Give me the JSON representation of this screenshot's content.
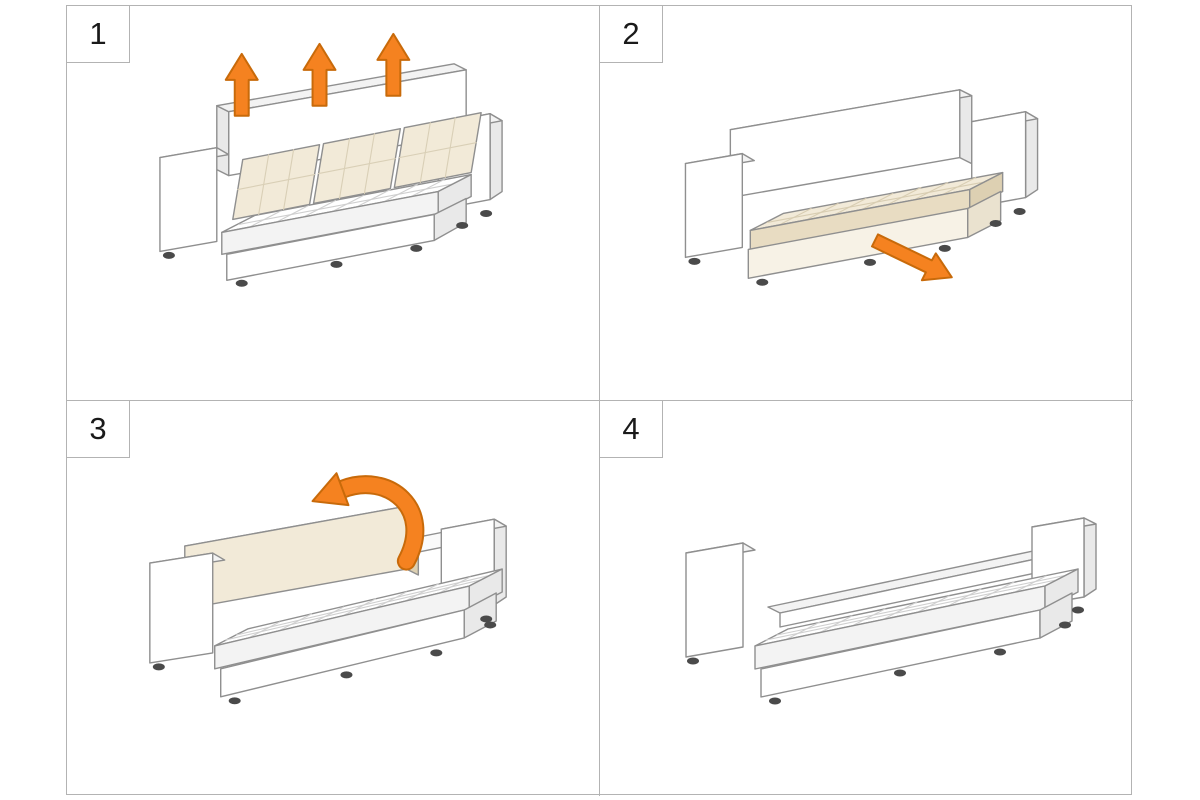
{
  "sheet": {
    "background": "#ffffff",
    "grid_border_color": "#b3b3b3"
  },
  "colors": {
    "outline_gray": "#8f8f8f",
    "quilt_line_gray": "#cfcfcf",
    "arrow_orange": "#f58220",
    "arrow_outline_orange": "#c86a0a",
    "cushion_cream": "#f2ead8",
    "cushion_cream_dark": "#e8dcc2",
    "upholstery_white": "#ffffff",
    "shadow_gray": "#e9e9e9",
    "feet_dark": "#4a4a4a",
    "step_number_color": "#1a1a1a"
  },
  "panels": [
    {
      "number": "1",
      "illustration": "sofa-back-cushions-with-three-lift-up-arrows"
    },
    {
      "number": "2",
      "illustration": "sofa-without-back-cushions-pull-out-down-right-arrow"
    },
    {
      "number": "3",
      "illustration": "sofa-bed-extended-fold-backrest-curved-arrow"
    },
    {
      "number": "4",
      "illustration": "sofa-converted-into-flat-bed"
    }
  ]
}
